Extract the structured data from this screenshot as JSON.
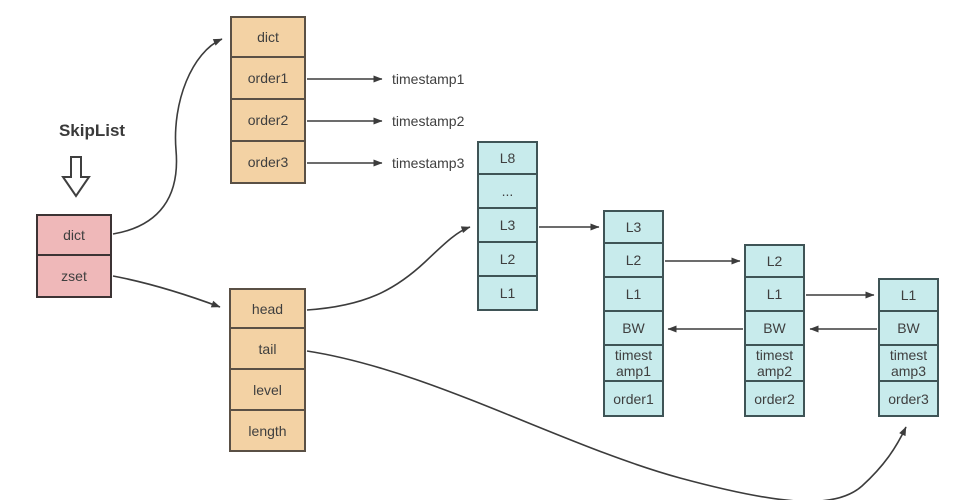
{
  "title": "SkipList",
  "boxes": {
    "root": {
      "cells": [
        "dict",
        "zset"
      ]
    },
    "dict_table": {
      "cells": [
        "dict",
        "order1",
        "order2",
        "order3"
      ]
    },
    "zset_struct": {
      "cells": [
        "head",
        "tail",
        "level",
        "length"
      ]
    },
    "level_header": {
      "cells": [
        "L8",
        "...",
        "L3",
        "L2",
        "L1"
      ]
    },
    "node1": {
      "cells": [
        "L3",
        "L2",
        "L1",
        "BW",
        "timest\namp1",
        "order1"
      ]
    },
    "node2": {
      "cells": [
        "L2",
        "L1",
        "BW",
        "timest\namp2",
        "order2"
      ]
    },
    "node3": {
      "cells": [
        "L1",
        "BW",
        "timest\namp3",
        "order3"
      ]
    }
  },
  "timestamps": [
    "timestamp1",
    "timestamp2",
    "timestamp3"
  ],
  "icons": {
    "down_arrow": "hollow-down-arrow"
  },
  "colors": {
    "pink_fill": "#efb8b9",
    "pink_border": "#3c3334",
    "orange_fill": "#f3d2a4",
    "orange_border": "#5a5045",
    "cyan_fill": "#c8ebec",
    "cyan_border": "#3f5456",
    "line": "#3c3c3c",
    "text": "#3f3f3f"
  }
}
